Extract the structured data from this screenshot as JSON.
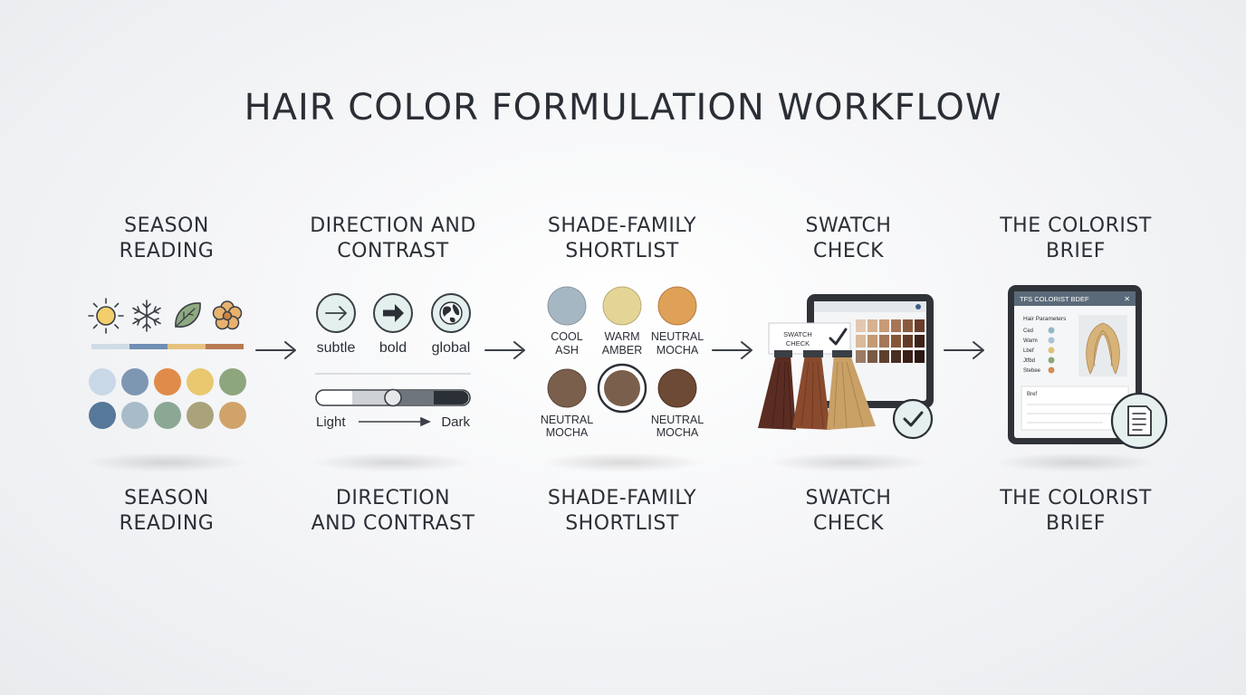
{
  "title": "HAIR COLOR FORMULATION WORKFLOW",
  "stages": [
    {
      "heading": [
        "SEASON",
        "READING"
      ],
      "footer": [
        "SEASON",
        "READING"
      ],
      "icons": [
        "sun-icon",
        "snowflake-icon",
        "leaf-icon",
        "flower-icon"
      ],
      "season_bar": [
        "#cfdbe6",
        "#6f8fb3",
        "#e7c27f",
        "#b87a52"
      ],
      "swatches": [
        "#c8d8e6",
        "#7d97b3",
        "#e08b4a",
        "#e9c870",
        "#8ea67e",
        "#567899",
        "#a7bcc8",
        "#8ba895",
        "#a9a27a",
        "#d0a36a"
      ]
    },
    {
      "heading": [
        "DIRECTION AND",
        "CONTRAST"
      ],
      "footer": [
        "DIRECTION",
        "AND CONTRAST"
      ],
      "options": [
        "subtle",
        "bold",
        "global"
      ],
      "option_icons": [
        "arrow-right-icon",
        "bold-arrow-icon",
        "globe-icon"
      ],
      "slider_level": 0.5,
      "slider_left": "Light",
      "slider_right": "Dark"
    },
    {
      "heading": [
        "SHADE-FAMILY",
        "SHORTLIST"
      ],
      "footer": [
        "SHADE-FAMILY",
        "SHORTLIST"
      ],
      "shades": [
        {
          "label": [
            "COOL",
            "ASH"
          ],
          "color": "#a6b7c4"
        },
        {
          "label": [
            "WARM",
            "AMBER"
          ],
          "color": "#e4d597"
        },
        {
          "label": [
            "NEUTRAL",
            "MOCHA"
          ],
          "color": "#dfa158"
        },
        {
          "label": [
            "NEUTRAL",
            "MOCHA"
          ],
          "color": "#7a5f4c"
        },
        {
          "label": [],
          "color": "#7a5f4c",
          "selected": true
        },
        {
          "label": [
            "NEUTRAL",
            "MOCHA"
          ],
          "color": "#6d4a36"
        }
      ]
    },
    {
      "heading": [
        "SWATCH",
        "CHECK"
      ],
      "footer": [
        "SWATCH",
        "CHECK"
      ],
      "card_label": [
        "SWATCH",
        "CHECK"
      ],
      "strand_colors": [
        "#5a2c22",
        "#8a4a2e",
        "#c9a066"
      ],
      "grid_colors": [
        "#e2c8b2",
        "#d6b293",
        "#c89a76",
        "#a87556",
        "#8a5a3e",
        "#6a3d2a",
        "#d9bb9a",
        "#c39a73",
        "#a5775a",
        "#855538",
        "#643b27",
        "#3e2219",
        "#9c7b66",
        "#7a5a46",
        "#5d3f2f",
        "#4a2e22",
        "#3a2018",
        "#2a1712"
      ]
    },
    {
      "heading": [
        "THE COLORIST",
        "BRIEF"
      ],
      "footer": [
        "THE COLORIST",
        "BRIEF"
      ],
      "tablet_title": "TFS COLORIST BDEF",
      "param_title": "Hair Parameters",
      "params": [
        {
          "label": "Ced",
          "color": "#8fb9c7"
        },
        {
          "label": "Warm",
          "color": "#a9c3d3"
        },
        {
          "label": "Lbef",
          "color": "#e0c177"
        },
        {
          "label": "Jtfbd",
          "color": "#8ea67e"
        },
        {
          "label": "Stebee",
          "color": "#d18e5a"
        }
      ],
      "notes_label": "Bref"
    }
  ]
}
